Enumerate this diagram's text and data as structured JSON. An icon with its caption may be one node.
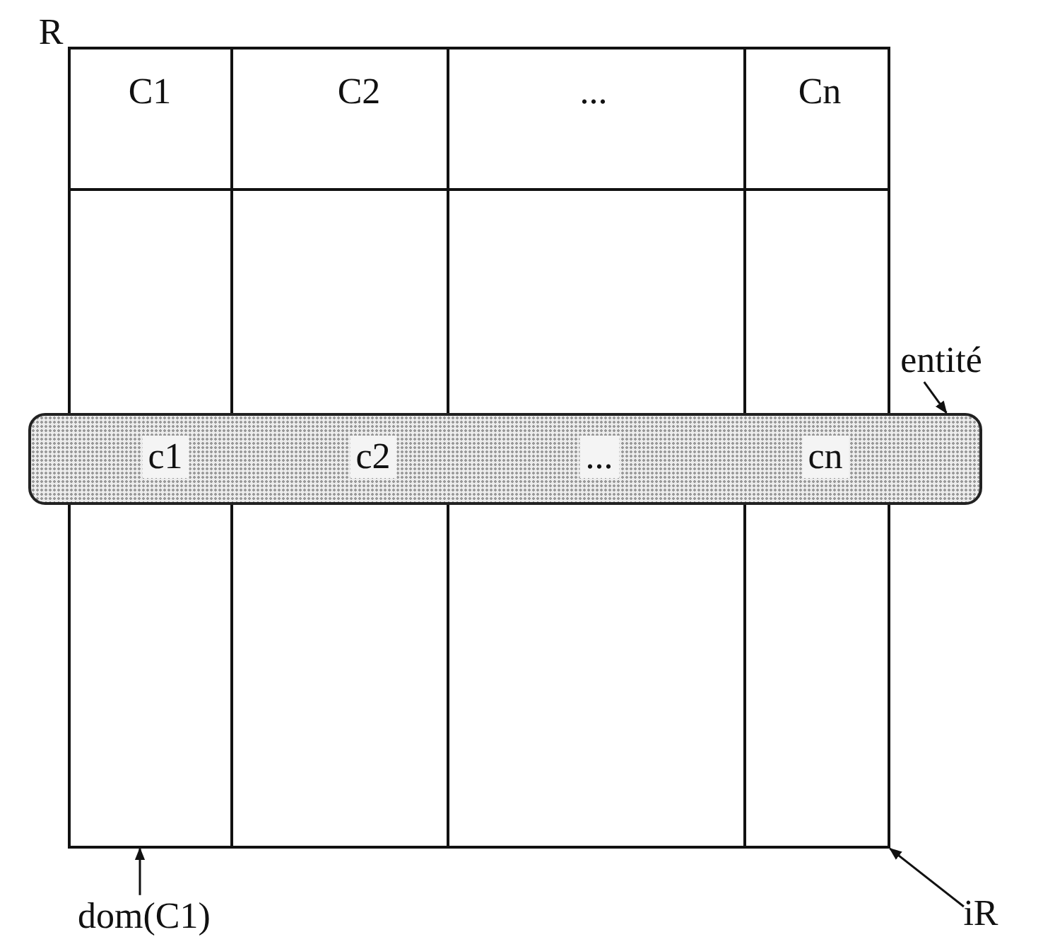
{
  "diagram": {
    "nodes": [
      {
        "text": [],
        "shape": "box"
      },
      {
        "text": [],
        "shape": "bar",
        "in": 0
      },
      {
        "text": [
          "c1",
          "c2",
          "...",
          "cn"
        ]
      },
      {
        "text": [
          "entité"
        ]
      },
      {
        "text": [
          "dom(C1)"
        ]
      },
      {
        "text": [
          "iR"
        ]
      }
    ],
    "edges": [
      {
        "from": 3,
        "to": 2,
        "arrow": "to"
      },
      {
        "from": 4,
        "to": 1,
        "arrow": "to"
      },
      {
        "from": 5,
        "to": 0,
        "arrow": "to"
      }
    ],
    "labels": [
      "R",
      "C1",
      "C2",
      "...",
      "Cn"
    ]
  }
}
